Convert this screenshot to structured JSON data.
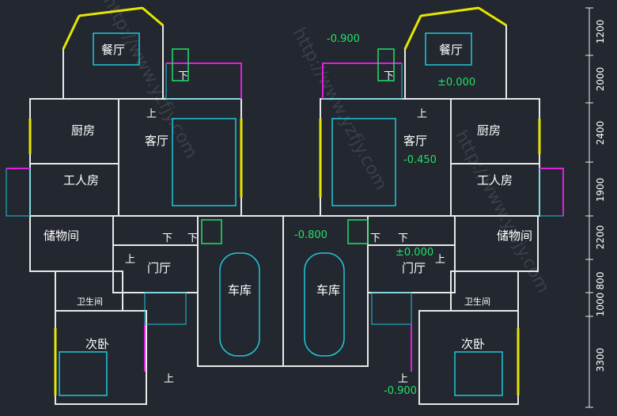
{
  "rooms": {
    "dining_left": "餐厅",
    "dining_right": "餐厅",
    "kitchen_left": "厨房",
    "kitchen_right": "厨房",
    "living_left": "客厅",
    "living_right": "客厅",
    "servant_left": "工人房",
    "servant_right": "工人房",
    "storage_left": "储物间",
    "storage_right": "储物间",
    "foyer_left": "门厅",
    "foyer_right": "门厅",
    "garage_left": "车库",
    "garage_right": "车库",
    "bath_left": "卫生间",
    "bath_right": "卫生间",
    "bedroom_left": "次卧",
    "bedroom_right": "次卧"
  },
  "stair_marks": {
    "down": "下",
    "up": "上"
  },
  "levels": {
    "l_minus_0900_top": "-0.900",
    "l_pm0000_top": "±0.000",
    "l_minus_0450": "-0.450",
    "l_minus_0800": "-0.800",
    "l_pm0000_mid": "±0.000",
    "l_minus_0900_bottom": "-0.900"
  },
  "dimensions": [
    "1200",
    "2000",
    "2400",
    "1900",
    "2200",
    "800",
    "1000",
    "3300"
  ],
  "watermark": "http://www.yzfjy.com"
}
